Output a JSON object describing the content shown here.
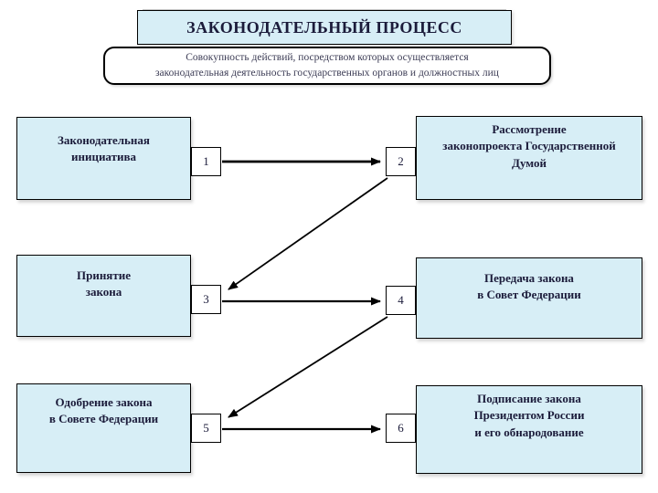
{
  "title": "ЗАКОНОДАТЕЛЬНЫЙ ПРОЦЕСС",
  "subtitle": "Совокупность действий, посредством которых осуществляется\nзаконодательная деятельность государственных органов и должностных лиц",
  "colors": {
    "background": "#ffffff",
    "box_fill": "#d7eef6",
    "box_border": "#000000",
    "text": "#1b1b3a",
    "subtitle_text": "#3c3c55"
  },
  "diagram": {
    "steps": [
      {
        "num": "1",
        "label": "Законодательная\nинициатива"
      },
      {
        "num": "2",
        "label": "Рассмотрение\nзаконопроекта Государственной\nДумой"
      },
      {
        "num": "3",
        "label": "Принятие\nзакона"
      },
      {
        "num": "4",
        "label": "Передача закона\nв Совет Федерации"
      },
      {
        "num": "5",
        "label": "Одобрение закона\nв Совете Федерации"
      },
      {
        "num": "6",
        "label": "Подписание закона\nПрезидентом России\nи его обнародование"
      }
    ],
    "connections": [
      {
        "from": "1",
        "to": "2"
      },
      {
        "from": "2",
        "to": "3"
      },
      {
        "from": "3",
        "to": "4"
      },
      {
        "from": "4",
        "to": "5"
      },
      {
        "from": "5",
        "to": "6"
      }
    ]
  }
}
